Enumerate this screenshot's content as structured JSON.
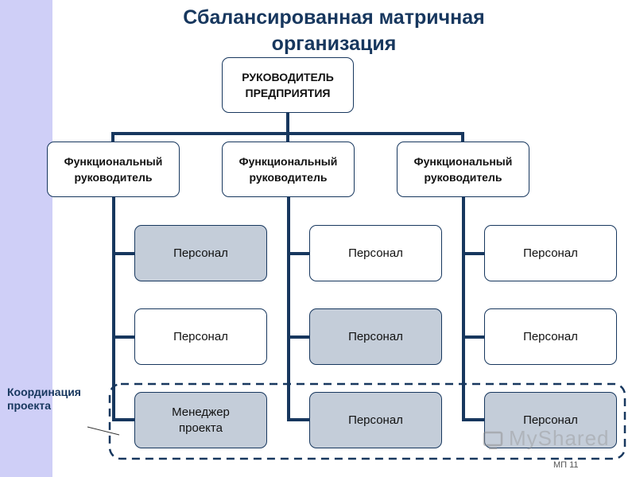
{
  "title": {
    "line1": "Сбалансированная матричная",
    "line2": "организация"
  },
  "top_box": {
    "line1": "РУКОВОДИТЕЛЬ",
    "line2": "ПРЕДПРИЯТИЯ"
  },
  "functional": [
    {
      "line1": "Функциональный",
      "line2": "руководитель"
    },
    {
      "line1": "Функциональный",
      "line2": "руководитель"
    },
    {
      "line1": "Функциональный",
      "line2": "руководитель"
    }
  ],
  "columns": [
    {
      "staff": [
        {
          "label": "Персонал",
          "shaded": true
        },
        {
          "label": "Персонал",
          "shaded": false
        },
        {
          "label_line1": "Менеджер",
          "label_line2": "проекта",
          "shaded": true
        }
      ]
    },
    {
      "staff": [
        {
          "label": "Персонал",
          "shaded": false
        },
        {
          "label": "Персонал",
          "shaded": true
        },
        {
          "label": "Персонал",
          "shaded": true
        }
      ]
    },
    {
      "staff": [
        {
          "label": "Персонал",
          "shaded": false
        },
        {
          "label": "Персонал",
          "shaded": false
        },
        {
          "label": "Персонал",
          "shaded": true
        }
      ]
    }
  ],
  "coordination": {
    "line1": "Координация",
    "line2": "проекта"
  },
  "slide_number": "МП 11",
  "watermark": "MyShared",
  "colors": {
    "line": "#17375e",
    "box_border": "#17375e",
    "shaded_fill": "#c4cdd9",
    "side_band": "#cfcff7",
    "title": "#17375e"
  }
}
